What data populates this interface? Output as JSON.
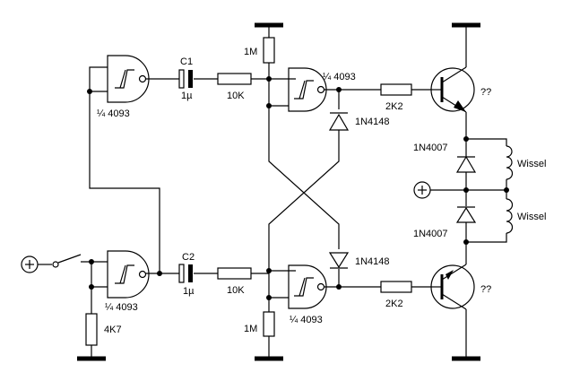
{
  "labels": {
    "gate_ic": "¼ 4093",
    "c1": "C1",
    "c2": "C2",
    "cap_value": "1µ",
    "r_10k": "10K",
    "r_1m": "1M",
    "r_2k2": "2K2",
    "r_4k7": "4K7",
    "diode_small": "1N4148",
    "diode_power": "1N4007",
    "coil": "Wissel",
    "transistor": "??",
    "plus_symbol": "+"
  }
}
